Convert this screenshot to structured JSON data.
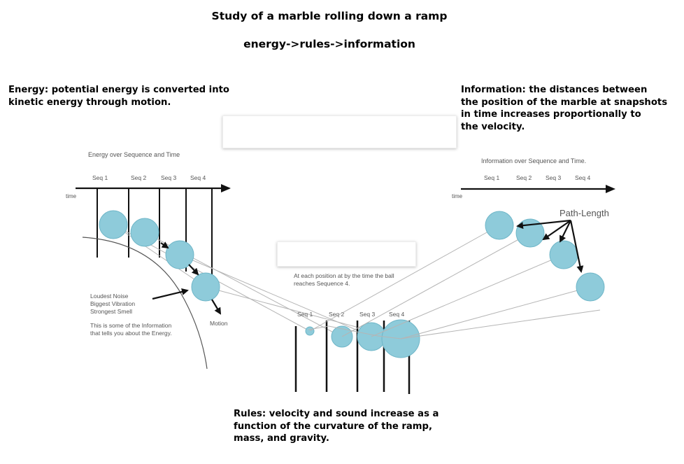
{
  "title": "Study of a marble rolling down a ramp",
  "subtitle": "energy->rules->information",
  "energy_note": [
    "Energy: potential energy is converted into",
    "kinetic energy through motion."
  ],
  "information_note": [
    "Information: the distances between",
    "the position of the marble at snapshots",
    "in time increases proportionally to",
    "the velocity."
  ],
  "rules_note": [
    "Rules: velocity and sound increase as a",
    "function of the curvature of the ramp,",
    "mass, and gravity."
  ],
  "left_panel": {
    "heading": "Energy over Sequence and Time",
    "axis_label": "time",
    "seq_labels": [
      "Seq 1",
      "Seq 2",
      "Seq 3",
      "Seq 4"
    ],
    "sensations": [
      "Loudest Noise",
      "Biggest Vibration",
      "Strongest Smell"
    ],
    "info_caption": [
      "This is some of the Information",
      "that tells you about the Energy."
    ],
    "motion_label": "Motion"
  },
  "middle_panel": {
    "caption": [
      "At each position at by the time the ball",
      "reaches Sequence 4."
    ],
    "seq_labels": [
      "Seq 1",
      "Seq 2",
      "Seq 3",
      "Seq 4"
    ]
  },
  "right_panel": {
    "heading": "Information over Sequence and Time.",
    "axis_label": "time",
    "seq_labels": [
      "Seq 1",
      "Seq 2",
      "Seq 3",
      "Seq 4"
    ],
    "path_length_label": "Path-Length"
  },
  "colors": {
    "marble": "#8ecbda",
    "marble_stroke": "#6fb6c8",
    "guide_line": "#b5b5b5"
  }
}
